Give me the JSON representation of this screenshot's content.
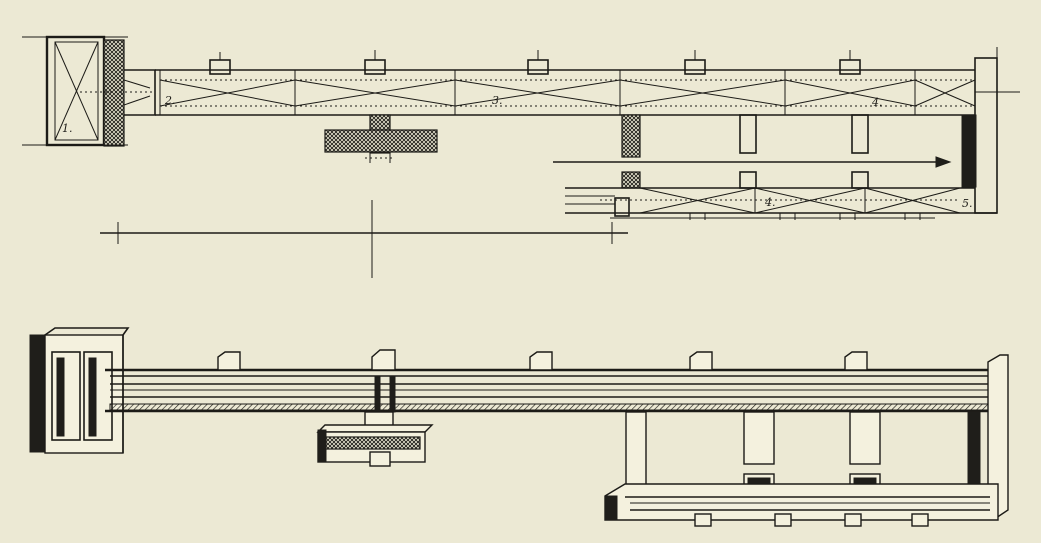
{
  "plan": {
    "labels": [
      {
        "id": "1",
        "text": "1."
      },
      {
        "id": "2",
        "text": "2."
      },
      {
        "id": "3",
        "text": "3."
      },
      {
        "id": "4",
        "text": "4."
      },
      {
        "id": "4b",
        "text": "4."
      },
      {
        "id": "5",
        "text": "5."
      }
    ]
  },
  "colors": {
    "paper": "#ece9d4",
    "ink": "#1c1b17"
  }
}
